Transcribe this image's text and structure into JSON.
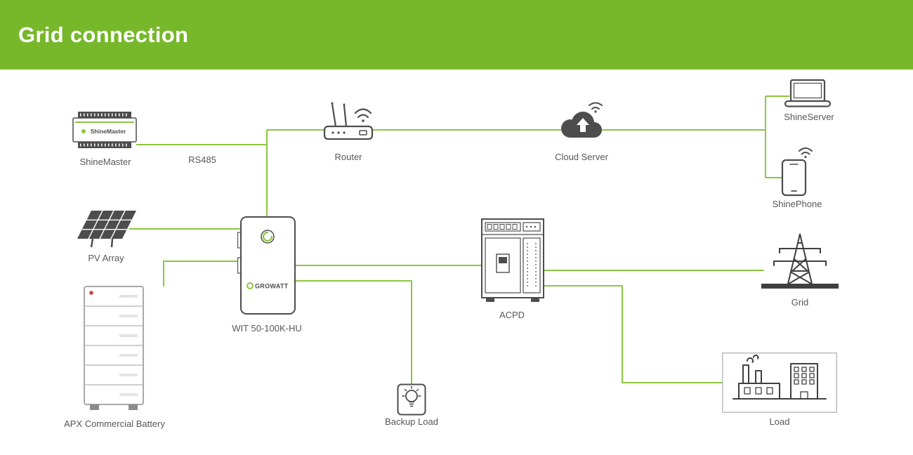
{
  "header": {
    "title": "Grid connection"
  },
  "colors": {
    "header_green": "#76b82a",
    "line_green": "#8dc63f",
    "icon_gray": "#4d4d4d",
    "label_gray": "#595757",
    "battery_logo_red": "#cf3b3b"
  },
  "connections": {
    "rs485_label": "RS485"
  },
  "nodes": {
    "shinemaster": {
      "label": "ShineMaster",
      "device_text": "ShineMaster"
    },
    "router": {
      "label": "Router"
    },
    "cloud_server": {
      "label": "Cloud Server"
    },
    "shineserver": {
      "label": "ShineServer"
    },
    "shinephone": {
      "label": "ShinePhone"
    },
    "pv_array": {
      "label": "PV Array"
    },
    "battery": {
      "label": "APX Commercial Battery"
    },
    "inverter": {
      "label": "WIT 50-100K-HU",
      "brand": "GROWATT"
    },
    "acpd": {
      "label": "ACPD"
    },
    "grid": {
      "label": "Grid"
    },
    "backup_load": {
      "label": "Backup Load"
    },
    "load": {
      "label": "Load"
    }
  }
}
